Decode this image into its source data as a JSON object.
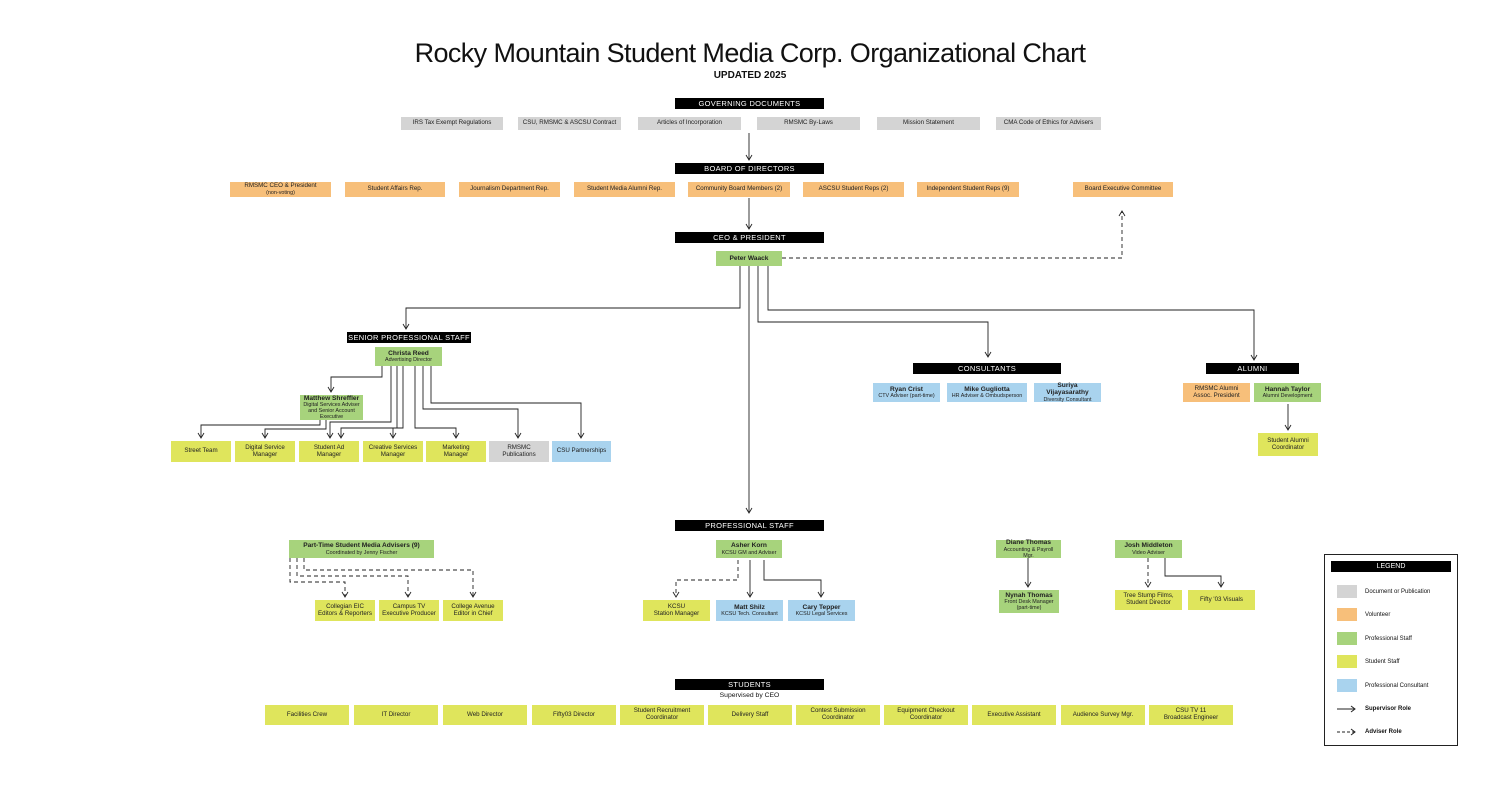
{
  "title": "Rocky Mountain Student Media Corp. Organizational Chart",
  "subtitle": "UPDATED 2025",
  "headers": {
    "governing": "GOVERNING DOCUMENTS",
    "board": "BOARD OF DIRECTORS",
    "ceo": "CEO & PRESIDENT",
    "senior": "SENIOR PROFESSIONAL STAFF",
    "consultants": "CONSULTANTS",
    "alumni": "ALUMNI",
    "professional": "PROFESSIONAL STAFF",
    "students": "STUDENTS"
  },
  "governing_docs": [
    "IRS Tax Exempt Regulations",
    "CSU, RMSMC & ASCSU Contract",
    "Articles of Incorporation",
    "RMSMC By-Laws",
    "Mission Statement",
    "CMA Code of Ethics for Advisers"
  ],
  "board": {
    "ceo_seat": {
      "line1": "RMSMC CEO & President",
      "line2": "(non-voting)"
    },
    "members": [
      "Student Affairs Rep.",
      "Journalism Department Rep.",
      "Student Media Alumni Rep.",
      "Community Board Members (2)",
      "ASCSU Student Reps (2)",
      "Independent Student Reps (9)"
    ],
    "executive_committee": "Board Executive Committee"
  },
  "ceo": {
    "name": "Peter Waack"
  },
  "senior": {
    "christa": {
      "name": "Christa Reed",
      "role": "Advertising Director"
    },
    "matthew": {
      "name": "Matthew Shreffler",
      "role": "Digital Services Adviser and Senior Account Executive"
    },
    "units": [
      {
        "l1": "Street Team",
        "l2": ""
      },
      {
        "l1": "Digital Service",
        "l2": "Manager"
      },
      {
        "l1": "Student Ad",
        "l2": "Manager"
      },
      {
        "l1": "Creative Services",
        "l2": "Manager"
      },
      {
        "l1": "Marketing",
        "l2": "Manager"
      },
      {
        "l1": "RMSMC",
        "l2": "Publications"
      },
      {
        "l1": "CSU Partnerships",
        "l2": ""
      }
    ]
  },
  "consultants": [
    {
      "name": "Ryan Crist",
      "role": "CTV Adviser (part-time)"
    },
    {
      "name": "Mike Gugliotta",
      "role": "HR Adviser & Ombudsperson"
    },
    {
      "name": "Suriya Vijayasarathy",
      "role": "Diversity Consultant"
    }
  ],
  "alumni": {
    "assoc": {
      "line1": "RMSMC Alumni",
      "line2": "Assoc. President"
    },
    "hannah": {
      "name": "Hannah Taylor",
      "role": "Alumni Development"
    },
    "coordinator": {
      "line1": "Student Alumni",
      "line2": "Coordinator"
    }
  },
  "professional": {
    "part_time": {
      "name": "Part-Time Student Media Advisers (9)",
      "role": "Coordinated by Jenny Fischer"
    },
    "part_time_units": [
      {
        "l1": "Collegian EIC",
        "l2": "Editors & Reporters"
      },
      {
        "l1": "Campus TV",
        "l2": "Executive Producer"
      },
      {
        "l1": "College Avenue",
        "l2": "Editor in Chief"
      }
    ],
    "asher": {
      "name": "Asher Korn",
      "role": "KCSU GM and Adviser"
    },
    "kcsu_station": {
      "l1": "KCSU",
      "l2": "Station Manager"
    },
    "matt": {
      "name": "Matt Shilz",
      "role": "KCSU Tech. Consultant"
    },
    "cary": {
      "name": "Cary Tepper",
      "role": "KCSU Legal Services"
    },
    "diane": {
      "name": "Diane Thomas",
      "role": "Accounting & Payroll Mgr."
    },
    "nynah": {
      "name": "Nynah Thomas",
      "role1": "Front Desk Manager",
      "role2": "(part-time)"
    },
    "josh": {
      "name": "Josh Middleton",
      "role": "Video Adviser"
    },
    "tree_stump": {
      "l1": "Tree Stump Films,",
      "l2": "Student Director"
    },
    "fifty03": {
      "l1": "Fifty '03 Visuals",
      "l2": ""
    }
  },
  "students": {
    "note": "Supervised by CEO",
    "roles": [
      {
        "l1": "Facilities Crew",
        "l2": ""
      },
      {
        "l1": "IT Director",
        "l2": ""
      },
      {
        "l1": "Web Director",
        "l2": ""
      },
      {
        "l1": "Fifty03 Director",
        "l2": ""
      },
      {
        "l1": "Student Recruitment",
        "l2": "Coordinator"
      },
      {
        "l1": "Delivery Staff",
        "l2": ""
      },
      {
        "l1": "Contest Submission",
        "l2": "Coordinator"
      },
      {
        "l1": "Equipment Checkout",
        "l2": "Coordinator"
      },
      {
        "l1": "Executive Assistant",
        "l2": ""
      },
      {
        "l1": "Audience Survey Mgr.",
        "l2": ""
      },
      {
        "l1": "CSU TV 11",
        "l2": "Broadcast Engineer"
      }
    ]
  },
  "legend": {
    "title": "LEGEND",
    "items": [
      {
        "label": "Document or Publication",
        "color": "#d4d4d4"
      },
      {
        "label": "Volunteer",
        "color": "#f7bf7a"
      },
      {
        "label": "Professional Staff",
        "color": "#a7d37c"
      },
      {
        "label": "Student Staff",
        "color": "#dfe55c"
      },
      {
        "label": "Professional Consultant",
        "color": "#a9d3ee"
      }
    ],
    "supervisor": "Supervisor Role",
    "adviser": "Adviser Role"
  }
}
